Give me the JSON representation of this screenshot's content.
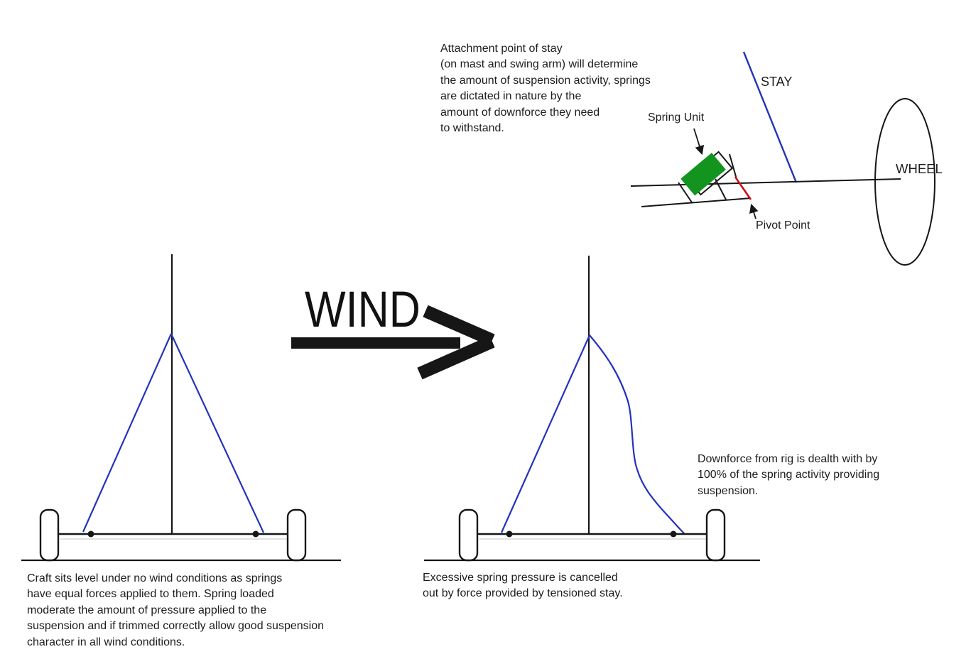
{
  "colors": {
    "stay": "#2333bb",
    "spring": "#12941e",
    "pivot": "#cc1111",
    "ink": "#161616"
  },
  "top_annotation": {
    "text": "Attachment point of stay\n(on mast and swing arm) will determine\nthe amount of suspension activity, springs\nare dictated in nature by the\namount of downforce they need\nto withstand."
  },
  "detail_labels": {
    "spring_unit": "Spring Unit",
    "stay": "STAY",
    "wheel": "WHEEL",
    "pivot_point": "Pivot Point"
  },
  "wind_label": "WIND",
  "left_caption": {
    "text": "Craft sits level under no wind conditions as springs\nhave equal forces applied to them. Spring loaded\nmoderate the amount of pressure applied to the\nsuspension and if trimmed correctly allow good suspension\ncharacter in all wind conditions."
  },
  "right_caption": {
    "text": "Excessive spring pressure is cancelled\nout by force provided by tensioned stay."
  },
  "downforce_note": {
    "text": "Downforce from rig is dealth with by\n100% of the spring activity providing\nsuspension."
  }
}
